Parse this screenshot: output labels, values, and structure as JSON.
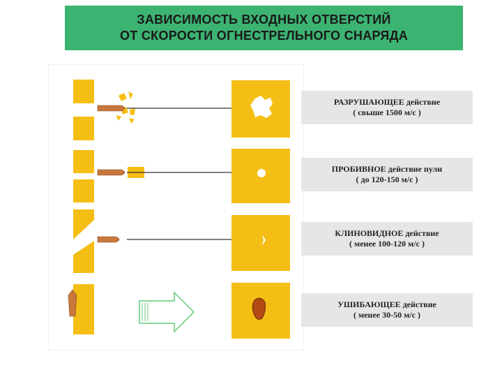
{
  "title": {
    "line1": "ЗАВИСИМОСТЬ  ВХОДНЫХ  ОТВЕРСТИЙ",
    "line2": "ОТ СКОРОСТИ  ОГНЕСТРЕЛЬНОГО СНАРЯДА"
  },
  "colors": {
    "title_bg": "#3cb371",
    "target": "#f5be14",
    "bullet": "#c8783c",
    "caption_bg": "#e6e6e6",
    "arrow": "#64c878"
  },
  "rows": [
    {
      "caption_line1": "РАЗРУШАЮЩЕЕ  действие",
      "caption_line2": "( свыше 1500 м/с )"
    },
    {
      "caption_line1": "ПРОБИВНОЕ  действие пули",
      "caption_line2": "( до 120-150 м/с )"
    },
    {
      "caption_line1": "КЛИНОВИДНОЕ  действие",
      "caption_line2": "( менее 100-120 м/с )"
    },
    {
      "caption_line1": "УШИБАЮЩЕЕ  действие",
      "caption_line2": "( менее 30-50 м/с )"
    }
  ]
}
